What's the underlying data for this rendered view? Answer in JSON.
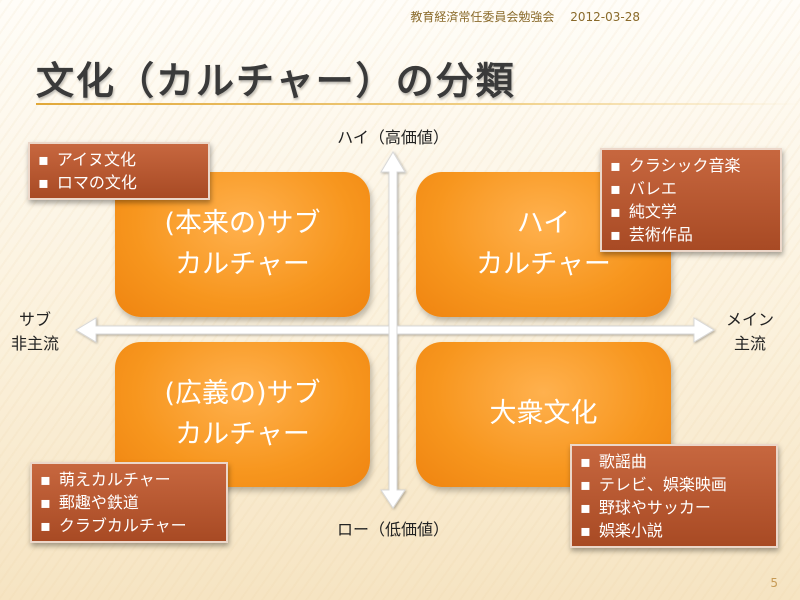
{
  "header": {
    "org": "教育経済常任委員会勉強会",
    "date": "2012-03-28"
  },
  "title": "文化（カルチャー）の分類",
  "axes": {
    "top": "ハイ（高価値）",
    "bottom": "ロー（低価値）",
    "left": [
      "サブ",
      "非主流"
    ],
    "right": [
      "メイン",
      "主流"
    ]
  },
  "quadrants": {
    "top_left": [
      "(本来の)サブ",
      "カルチャー"
    ],
    "top_right": [
      "ハイ",
      "カルチャー"
    ],
    "bottom_left": [
      "(広義の)サブ",
      "カルチャー"
    ],
    "bottom_right": [
      "大衆文化"
    ]
  },
  "notes": {
    "top_left": [
      "アイヌ文化",
      "ロマの文化"
    ],
    "top_right": [
      "クラシック音楽",
      "バレエ",
      "純文学",
      "芸術作品"
    ],
    "bottom_left": [
      "萌えカルチャー",
      "郵趣や鉄道",
      "クラブカルチャー"
    ],
    "bottom_right": [
      "歌謡曲",
      "テレビ、娯楽映画",
      "野球やサッカー",
      "娯楽小説"
    ]
  },
  "colors": {
    "quadrant": "#f7961e",
    "note": "#b0532c",
    "axis": "#ffffff"
  },
  "page_number": "5"
}
